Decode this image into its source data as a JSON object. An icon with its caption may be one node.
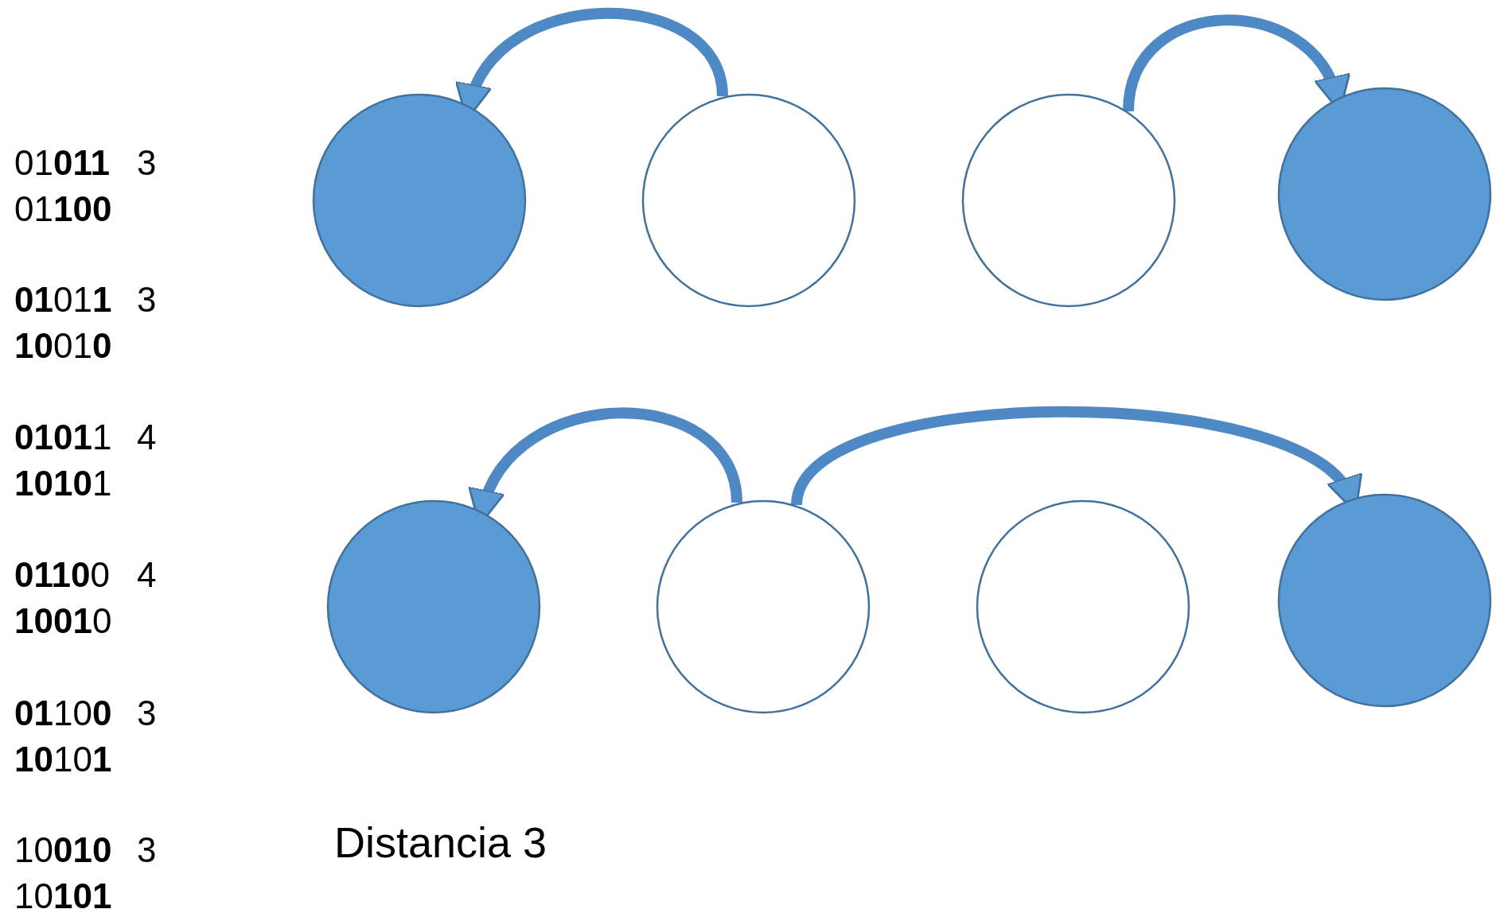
{
  "diagram": {
    "nodes": [
      {
        "text": [],
        "shape": "circle"
      },
      {
        "text": [],
        "shape": "circle"
      },
      {
        "text": [],
        "shape": "circle"
      },
      {
        "text": [],
        "shape": "circle"
      },
      {
        "text": [],
        "shape": "circle"
      },
      {
        "text": [],
        "shape": "circle"
      },
      {
        "text": [],
        "shape": "circle"
      },
      {
        "text": [],
        "shape": "circle"
      }
    ],
    "edges": [
      {
        "from": 1,
        "to": 0,
        "arrow": "to"
      },
      {
        "from": 2,
        "to": 3,
        "arrow": "to"
      },
      {
        "from": 5,
        "to": 4,
        "arrow": "to"
      },
      {
        "from": 5,
        "to": 7,
        "arrow": "to"
      }
    ],
    "labels": [
      "01**011**",
      "3",
      "01**100**",
      "**01**01**1**",
      "3",
      "**10**01**0**",
      "**0101**1",
      "4",
      "**1010**1",
      "**0110**0",
      "4",
      "**1001**0",
      "**01**10**0**",
      "3",
      "**10**10**1**",
      "10**010**",
      "3",
      "10**101**",
      "Distancia 3"
    ]
  }
}
